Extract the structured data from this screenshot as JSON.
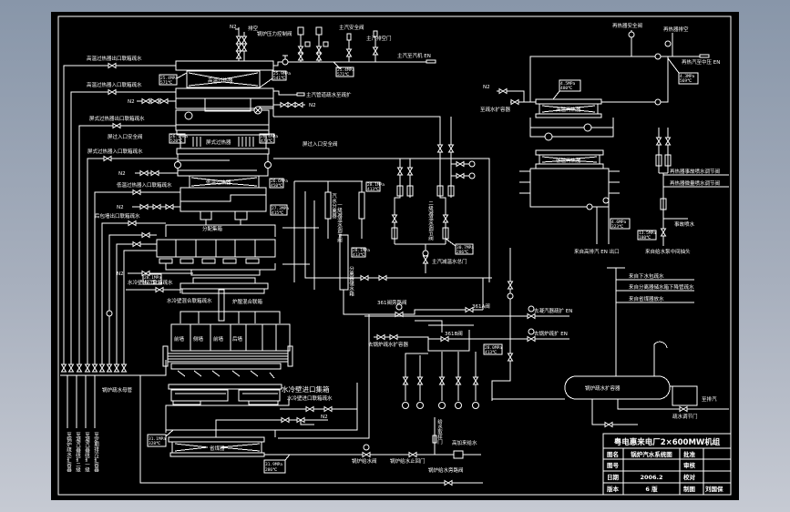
{
  "title_block": {
    "project": "粤电惠来电厂2×600MW机组",
    "rows": [
      {
        "label": "图名",
        "value": "锅炉汽水系统图",
        "label2": "批准",
        "value2": ""
      },
      {
        "label": "图号",
        "value": "",
        "label2": "审核",
        "value2": ""
      },
      {
        "label": "日期",
        "value": "2006.2",
        "label2": "校对",
        "value2": ""
      },
      {
        "label": "版本",
        "value": "6 版",
        "label2": "制图",
        "value2": "刘国保"
      }
    ]
  },
  "labels": {
    "hts_name": "高温过热器",
    "hts_out_drain": "高温过热器出口联箱疏水",
    "hts_in_drain": "高温过热器入口联箱疏水",
    "ps_name": "屏式过热器",
    "ps_out_drain": "屏式过热器出口联箱疏水",
    "ps_in_drain": "屏式过热器入口联箱疏水",
    "ps_safety_left": "屏过入口安全阀",
    "ps_safety_right": "屏过入口安全阀",
    "lts_name": "低温过热器",
    "lts_in_drain": "低温过热器入口联箱疏水",
    "rear_wall_drain": "后包墙出口联箱疏水",
    "ww_out_drain": "水冷壁出口联箱疏水",
    "ww_mix_drain": "水冷壁混合联箱疏水",
    "distributor": "分配集箱",
    "furnace_mix": "炉膛混合联箱",
    "ww_inlet": "水冷壁进口集箱",
    "ww_inlet_drain": "水冷壁进口联箱疏水",
    "eco_name": "省煤器",
    "pcv": "锅炉压力控制阀",
    "main_safety": "主汽安全阀",
    "main_vent": "主汽排空门",
    "main_to_turbine": "主汽至汽机 EN",
    "main_drain": "主汽管道疏水至疏扩",
    "spray_main": "主汽减温水总门",
    "spray_1": "一级减温水调节阀",
    "spray_2": "二级减温水调节阀",
    "separator": "汽水分离器",
    "sep_tank": "分离器储水箱",
    "v361_bypass": "361阀旁路阀",
    "v361a": "361A阀",
    "v361b": "361B阀",
    "to_flash": "去锅炉疏水扩容器",
    "drain_header": "锅炉疏水母管",
    "drain_down": [
      "至锅炉疏水扩容器",
      "至凝汽器疏扩二级",
      "至凝汽器疏扩一级",
      "至定期排污扩容器"
    ],
    "rh_hot_name": "高温再热器",
    "rh_cold_name": "低温再热器",
    "rh_safety": "再热器安全阀",
    "rh_vent": "再热器排空",
    "rh_to_ip": "再热汽至中压 EN",
    "rh_drain": "至疏水扩容器",
    "rh_emerg_spray": "再热器事故喷水调节阀",
    "rh_micro_spray": "再热器微量喷水调节阀",
    "rh_spray_source": "事故喷水",
    "rh_from_hp_exhaust": "来自高排汽 EN 出口",
    "rh_from_pump": "来自给水泵中间抽头",
    "to_condenser_1": "去凝汽器疏扩 EN",
    "to_condenser_2": "去锅炉疏扩 EN",
    "flash_tank": "锅炉疏水扩容器",
    "from_downcomer": "来自下水包疏水",
    "from_sep_tank": "来自分离器储水箱下降管疏水",
    "from_eco": "来自省煤器放水",
    "to_vent": "至排汽",
    "drain_valve": "疏水调节门",
    "fw_valve": "锅炉给水阀",
    "fw_check": "锅炉给水止回门",
    "fw_bypass": "锅炉给水旁路阀",
    "fw_from_hp_heater": "高加来给水",
    "fw_sample": "给水取样门",
    "n2": "N2",
    "vent": "排空"
  },
  "wall_panels": [
    "前墙",
    "侧墙",
    "前墙",
    "后墙"
  ],
  "params": {
    "hts_out": {
      "p": "25.4MPa",
      "t": "571℃"
    },
    "hts_in": {
      "p": "25.9MPa",
      "t": "541℃"
    },
    "ps_out": {
      "p": "26.1MPa",
      "t": "520℃"
    },
    "ps_in": {
      "p": "26.4MPa",
      "t": "470℃"
    },
    "lts_out": {
      "p": "26.6MPa",
      "t": "450℃"
    },
    "lts_in": {
      "p": "27.3MPa",
      "t": "415℃"
    },
    "ww_mix": {
      "p": "28.1MPa",
      "t": "427℃"
    },
    "eco_out": {
      "p": "31.1MPa",
      "t": "328℃"
    },
    "eco_in": {
      "p": "31.9MPa",
      "t": "286℃"
    },
    "main_steam": {
      "p": "25.4MPa",
      "t": "571℃"
    },
    "sep": {
      "p": "28.1MPa",
      "t": "413℃"
    },
    "spray": {
      "p": "30.7MPa",
      "t": "286℃"
    },
    "rh_out": {
      "p": "4.3MPa",
      "t": "569℃"
    },
    "rh_mid": {
      "p": "4.5MPa",
      "t": "480℃"
    },
    "rh_in": {
      "p": "4.6MPa",
      "t": "323℃"
    },
    "rh_spray": {
      "p": "13.5MPa",
      "t": "180℃"
    },
    "drain_line": {
      "p": "28.0MPa",
      "t": "413℃"
    }
  }
}
